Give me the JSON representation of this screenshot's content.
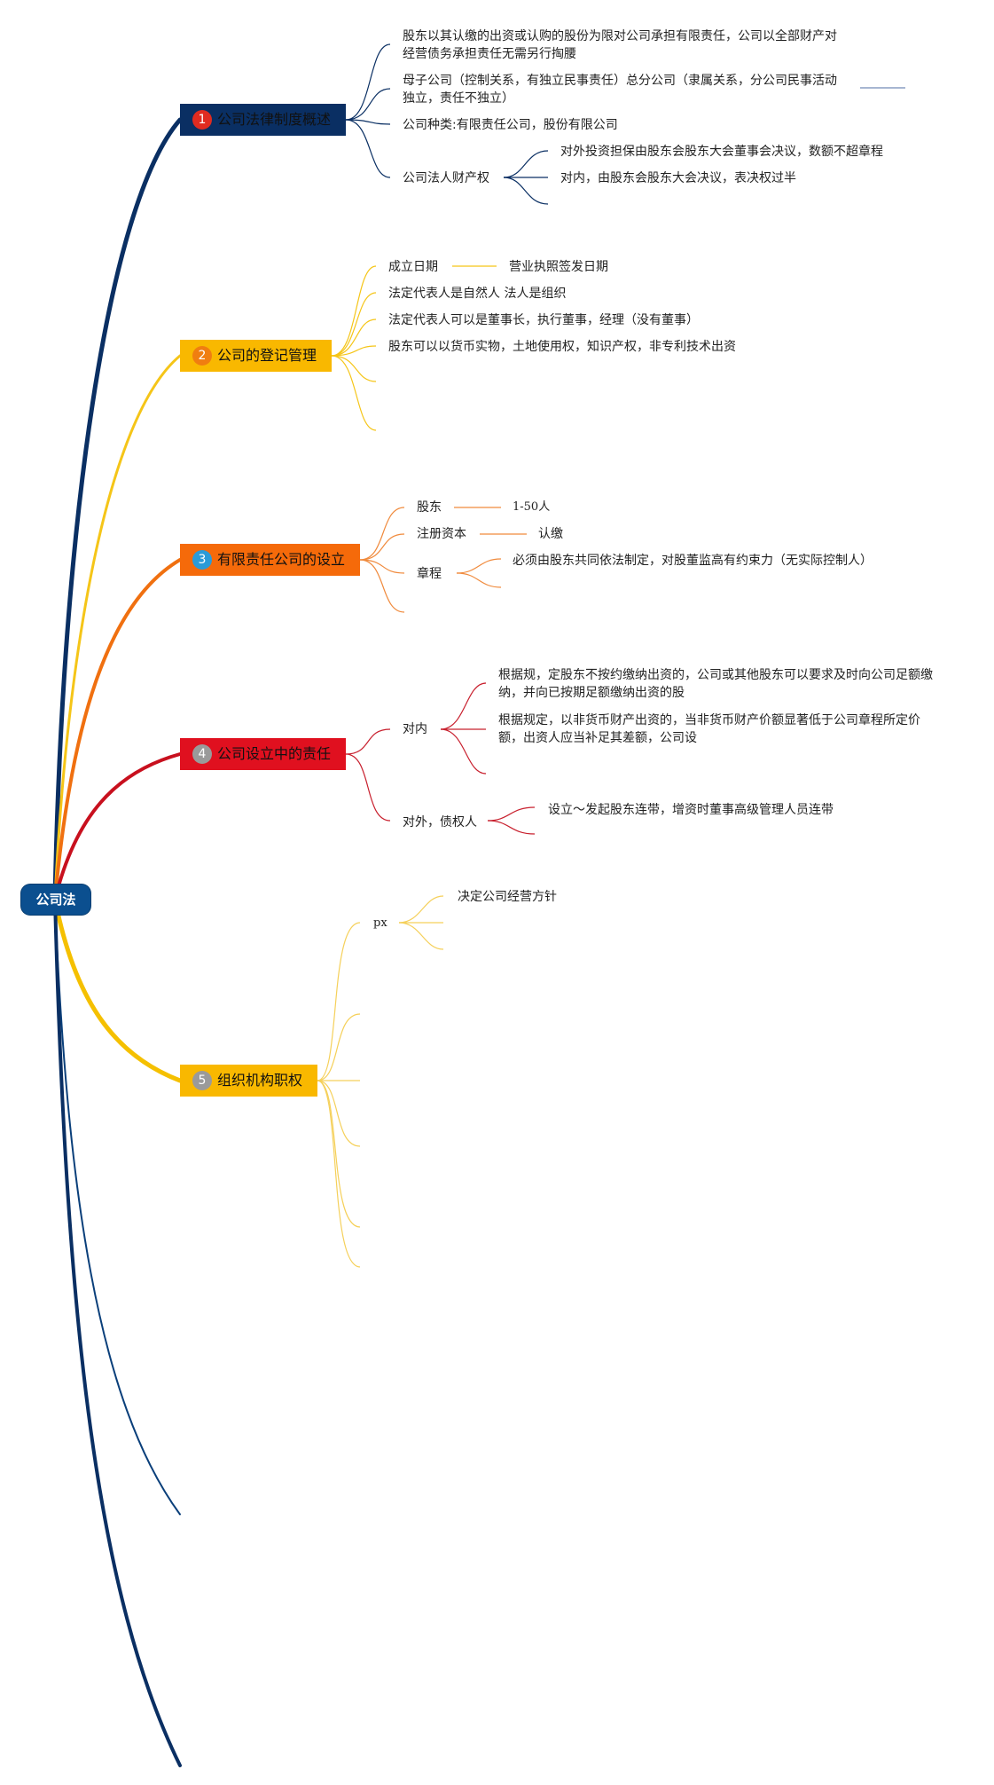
{
  "root": {
    "label": "公司法"
  },
  "topics": [
    {
      "number": "1",
      "label": "公司法律制度概述",
      "color": "#0a2f63",
      "number_color": "#e02b20",
      "line_color": "#0a2f63",
      "children": [
        "股东以其认缴的出资或认购的股份为限对公司承担有限责任，公司以全部财产对经营债务承担责任无需另行掏腰",
        "母子公司（控制关系，有独立民事责任）总分公司（隶属关系，分公司民事活动独立，责任不独立）",
        "公司种类:有限责任公司，股份有限公司",
        "公司法人财产权"
      ],
      "grandchildren": [
        "对外投资担保由股东会股东大会董事会决议，数额不超章程",
        "对内，由股东会股东大会决议，表决权过半"
      ]
    },
    {
      "number": "2",
      "label": "公司的登记管理",
      "color": "#f9b800",
      "number_color": "#f07e10",
      "line_color": "#f5c518",
      "children": [
        "成立日期",
        "法定代表人是自然人 法人是组织",
        "法定代表人可以是董事长，执行董事，经理（没有董事）",
        "股东可以以货币实物，土地使用权，知识产权，非专利技术出资"
      ],
      "grandchildren": [
        "营业执照签发日期"
      ]
    },
    {
      "number": "3",
      "label": "有限责任公司的设立",
      "color": "#f56a0a",
      "number_color": "#2a9bd8",
      "line_color": "#f08a3c",
      "children": [
        "股东",
        "注册资本",
        "章程"
      ],
      "grandchildren": [
        "1-50人",
        "认缴",
        "必须由股东共同依法制定，对股董监高有约束力（无实际控制人）"
      ]
    },
    {
      "number": "4",
      "label": "公司设立中的责任",
      "color": "#e0101f",
      "number_color": "#9a9a9a",
      "line_color": "#c8202e",
      "children": [
        "对内",
        "对外，债权人"
      ],
      "grandchildren": [
        "根据规，定股东不按约缴纳出资的，公司或其他股东可以要求及时向公司足额缴纳，并向已按期足额缴纳出资的股",
        "根据规定，以非货币财产出资的，当非货币财产价额显著低于公司章程所定价额，出资人应当补足其差额，公司设",
        "设立～发起股东连带，增资时董事高级管理人员连带"
      ]
    },
    {
      "number": "5",
      "label": "组织机构职权",
      "color": "#f9b800",
      "number_color": "#9a9a9a",
      "line_color": "#f5d05a",
      "children": [
        "px"
      ],
      "grandchildren": [
        "决定公司经营方针"
      ]
    }
  ],
  "colors": {
    "main_trunk": "#0a2f63",
    "thin_branch": "#0a3f7a",
    "overview_link": "#8a9ec4"
  }
}
